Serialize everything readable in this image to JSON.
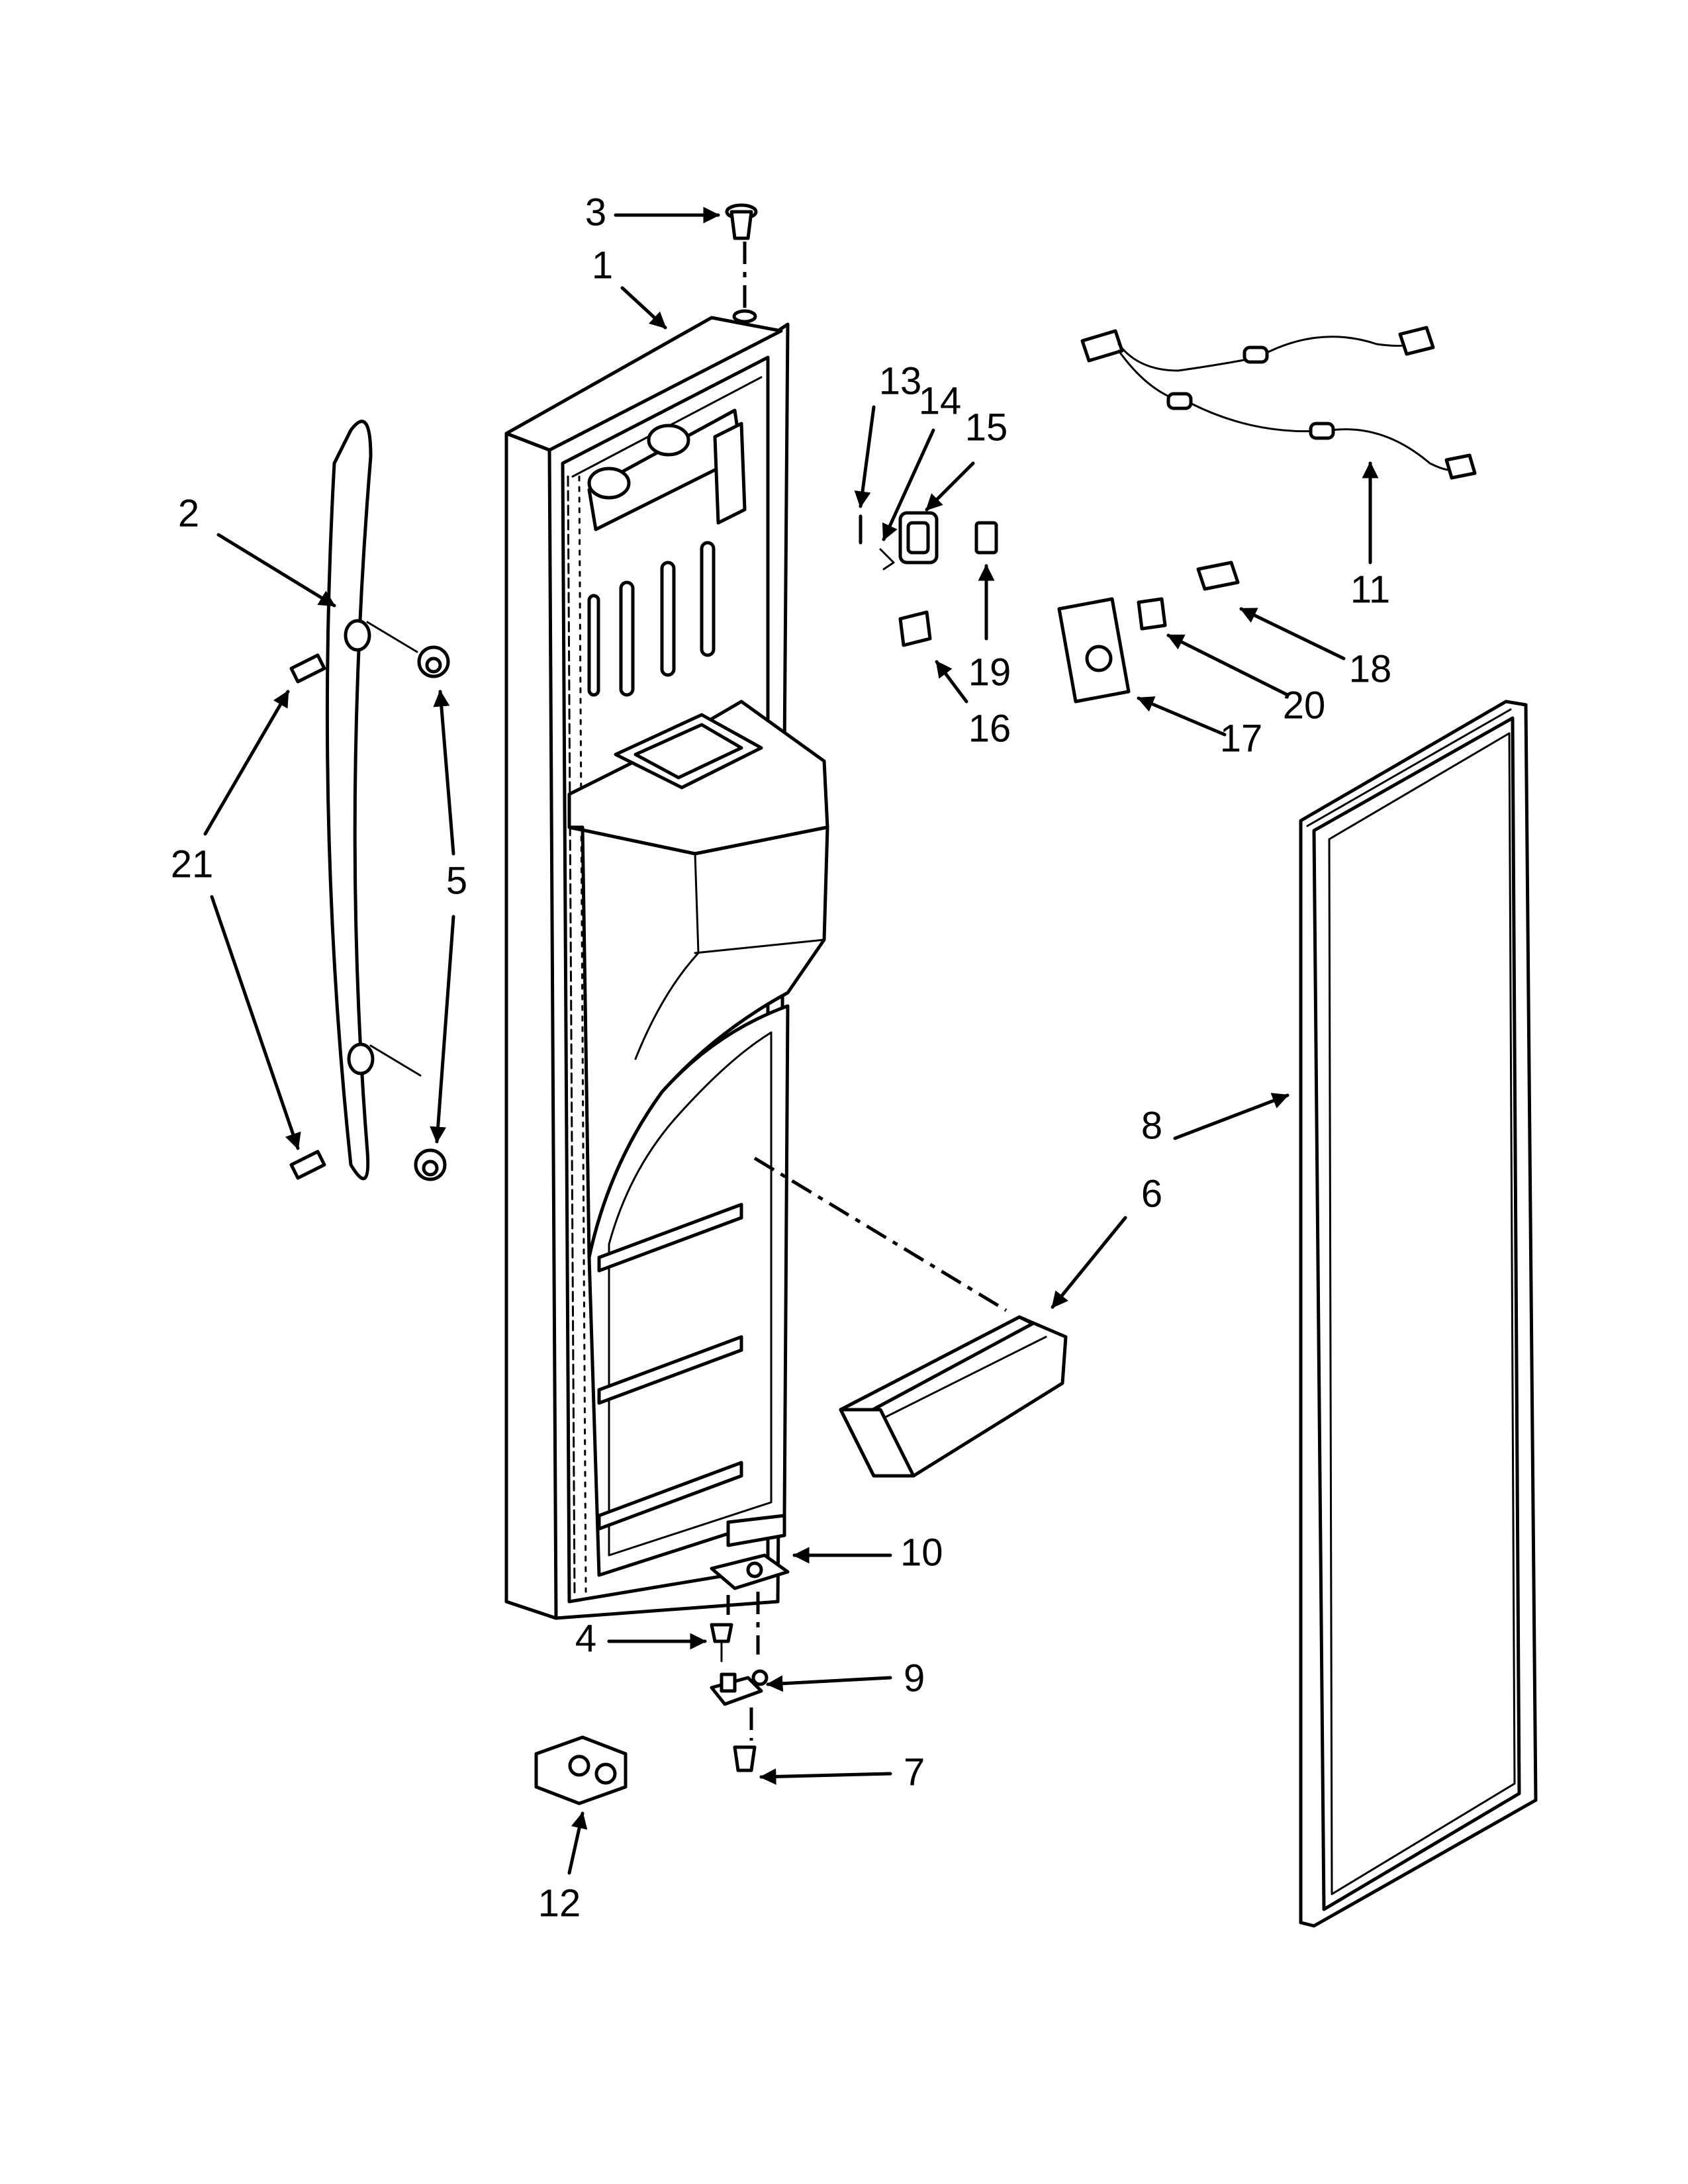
{
  "callouts": {
    "p1": "1",
    "p2": "2",
    "p3": "3",
    "p4": "4",
    "p5": "5",
    "p6": "6",
    "p7": "7",
    "p8": "8",
    "p9": "9",
    "p10": "10",
    "p11": "11",
    "p12": "12",
    "p13": "13",
    "p14": "14",
    "p15": "15",
    "p16": "16",
    "p17": "17",
    "p18": "18",
    "p19": "19",
    "p20": "20",
    "p21": "21"
  },
  "colors": {
    "line": "#000000",
    "background": "#ffffff",
    "shade": "#e8e8e8"
  }
}
